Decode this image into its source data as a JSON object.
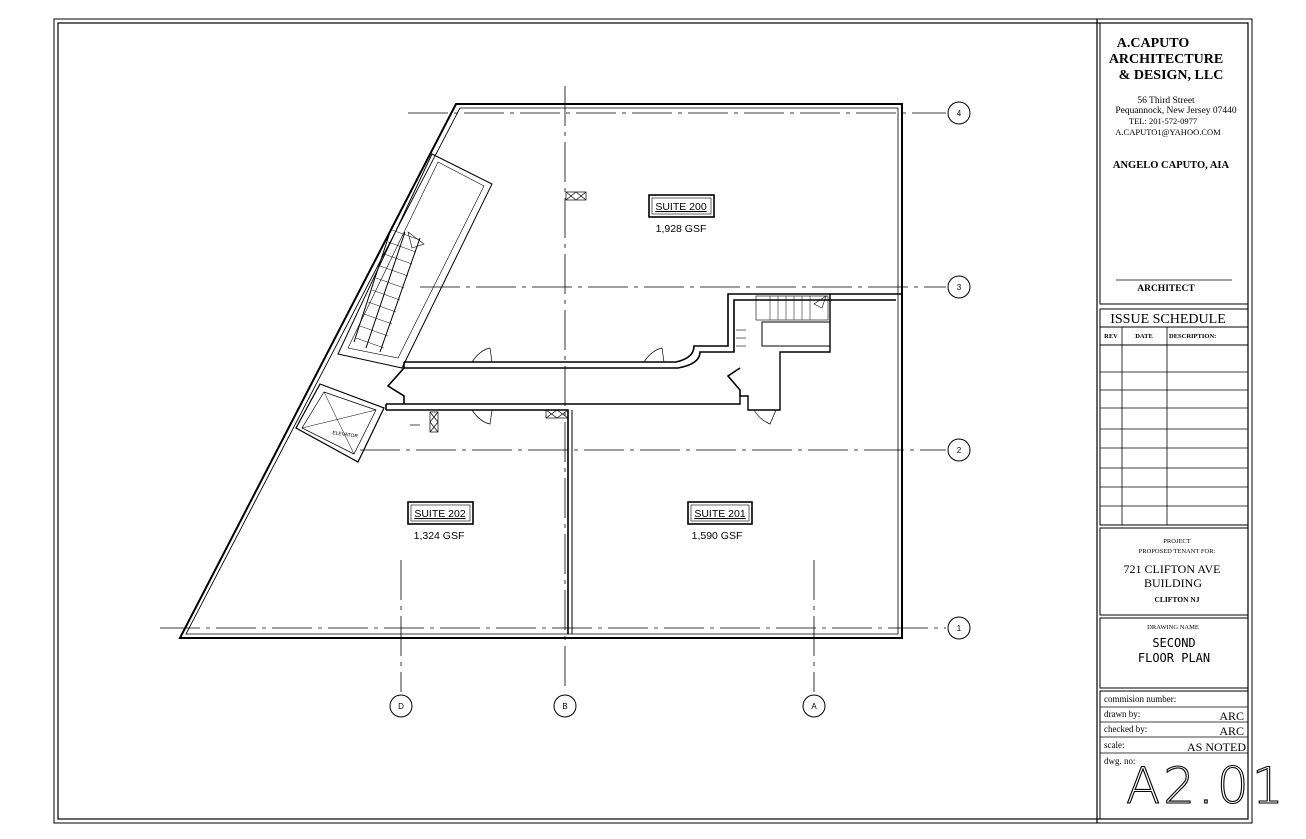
{
  "firm": {
    "name_line1": "A.CAPUTO",
    "name_line2": "ARCHITECTURE",
    "name_line3": "& DESIGN, LLC",
    "address1": "56 Third Street",
    "address2": "Pequannock, New Jersey 07440",
    "tel": "TEL:  201-572-0977",
    "email": "A.CAPUTO1@YAHOO.COM",
    "principal": "ANGELO CAPUTO, AIA",
    "role": "ARCHITECT"
  },
  "issue_schedule": {
    "title": "ISSUE  SCHEDULE",
    "col_rev": "REV",
    "col_date": "DATE",
    "col_desc": "DESCRIPTION:"
  },
  "project": {
    "label": "PROJECT",
    "sublabel": "PROPOSED TENANT FOR:",
    "line1": "721 CLIFTON AVE",
    "line2": "BUILDING",
    "line3": "CLIFTON NJ"
  },
  "drawing": {
    "label": "DRAWING NAME",
    "line1": "SECOND",
    "line2": "FLOOR PLAN"
  },
  "meta": {
    "commission_label": "commision number:",
    "commission_value": "",
    "drawn_label": "drawn by:",
    "drawn_value": "ARC",
    "checked_label": "checked by:",
    "checked_value": "ARC",
    "scale_label": "scale:",
    "scale_value": "AS NOTED",
    "dwg_label": "dwg. no:",
    "dwg_value": "A2.01"
  },
  "plan": {
    "suites": [
      {
        "name": "SUITE 200",
        "area": "1,928 GSF"
      },
      {
        "name": "SUITE 202",
        "area": "1,324 GSF"
      },
      {
        "name": "SUITE 201",
        "area": "1,590 GSF"
      }
    ],
    "elevator_label": "ELEVATOR",
    "grid_rows": [
      "4",
      "3",
      "2",
      "1"
    ],
    "grid_cols": [
      "D",
      "B",
      "A"
    ]
  }
}
